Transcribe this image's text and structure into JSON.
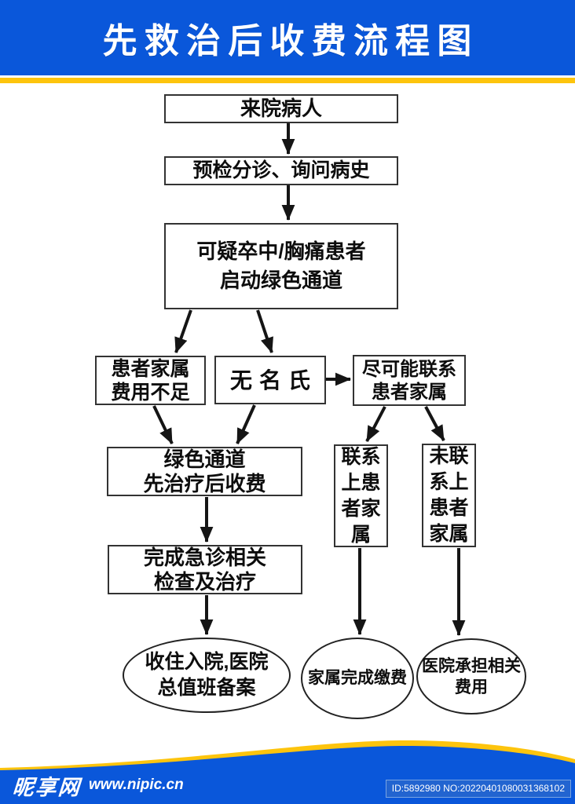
{
  "header": {
    "title": "先 救 治 后 收 费 流 程 图"
  },
  "flowchart": {
    "nodes": {
      "arrive": {
        "label": "来院病人",
        "shape": "rect"
      },
      "triage": {
        "label": "预检分诊、询问病史",
        "shape": "rect"
      },
      "suspect": {
        "label": "可疑卒中/胸痛患者\n启动绿色通道",
        "shape": "rect"
      },
      "family_underfunded": {
        "label": "患者家属\n费用不足",
        "shape": "rect"
      },
      "anonymous": {
        "label": "无名氏",
        "shape": "rect"
      },
      "contact_family": {
        "label": "尽可能联系\n患者家属",
        "shape": "rect"
      },
      "green_channel": {
        "label": "绿色通道\n先治疗后收费",
        "shape": "rect"
      },
      "contacted": {
        "label": "联系上患者家属",
        "shape": "rect-vertical"
      },
      "not_contacted": {
        "label": "未联系上患者家属",
        "shape": "rect-vertical"
      },
      "complete_exam": {
        "label": "完成急诊相关\n检查及治疗",
        "shape": "rect"
      },
      "admit": {
        "label": "收住入院,医院\n总值班备案",
        "shape": "ellipse"
      },
      "family_paid": {
        "label": "家属完成缴费",
        "shape": "ellipse"
      },
      "hospital_bears": {
        "label": "医院承担相关\n费用",
        "shape": "ellipse"
      }
    },
    "edges": [
      {
        "from": "arrive",
        "to": "triage"
      },
      {
        "from": "triage",
        "to": "suspect"
      },
      {
        "from": "suspect",
        "to": "family_underfunded"
      },
      {
        "from": "suspect",
        "to": "anonymous"
      },
      {
        "from": "anonymous",
        "to": "contact_family"
      },
      {
        "from": "family_underfunded",
        "to": "green_channel"
      },
      {
        "from": "anonymous",
        "to": "green_channel"
      },
      {
        "from": "contact_family",
        "to": "contacted"
      },
      {
        "from": "contact_family",
        "to": "not_contacted"
      },
      {
        "from": "green_channel",
        "to": "complete_exam"
      },
      {
        "from": "complete_exam",
        "to": "admit"
      },
      {
        "from": "contacted",
        "to": "family_paid"
      },
      {
        "from": "not_contacted",
        "to": "hospital_bears"
      }
    ]
  },
  "footer": {
    "site_name": "昵享网",
    "site_url": "www.nipic.cn",
    "id_text": "ID:5892980 NO:20220401080031368102"
  },
  "colors": {
    "banner_blue": "#0a57da",
    "accent_yellow": "#fdc40d",
    "id_badge_blue": "#2264d0",
    "line_black": "#151515"
  }
}
